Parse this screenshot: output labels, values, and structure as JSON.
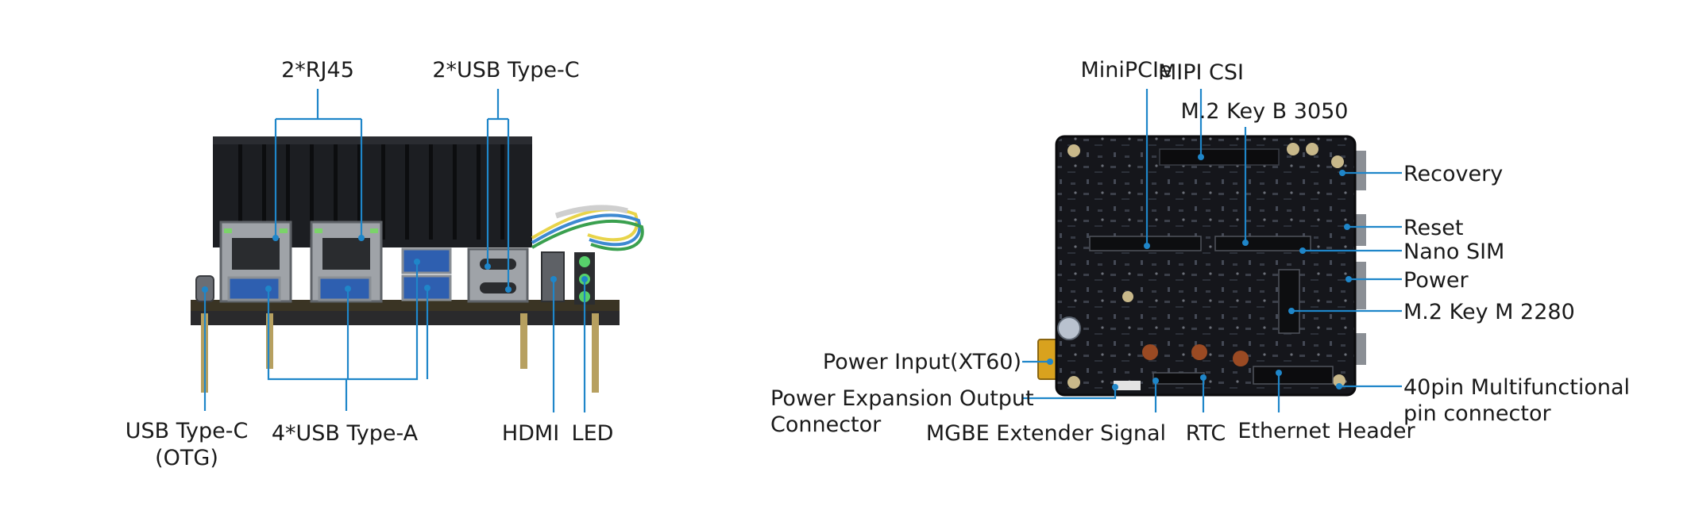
{
  "front_view": {
    "labels": {
      "rj45": "2*RJ45",
      "usb_c_top": "2*USB Type-C",
      "usb_c_otg_line1": "USB Type-C",
      "usb_c_otg_line2": "(OTG)",
      "usb_a": "4*USB Type-A",
      "hdmi": "HDMI",
      "led": "LED"
    }
  },
  "rear_view": {
    "labels": {
      "minipcie": "MiniPCIe",
      "mipi_csi": "MIPI CSI",
      "m2_key_b": "M.2 Key B 3050",
      "recovery": "Recovery",
      "reset": "Reset",
      "nano_sim": "Nano SIM",
      "power": "Power",
      "m2_key_m": "M.2 Key M 2280",
      "power_input": "Power Input(XT60)",
      "power_exp_line1": "Power Expansion Output",
      "power_exp_line2": "Connector",
      "mgbe": "MGBE Extender Signal",
      "rtc": "RTC",
      "ethernet_header": "Ethernet Header",
      "pin40_line1": "40pin Multifunctional",
      "pin40_line2": "pin connector"
    }
  }
}
